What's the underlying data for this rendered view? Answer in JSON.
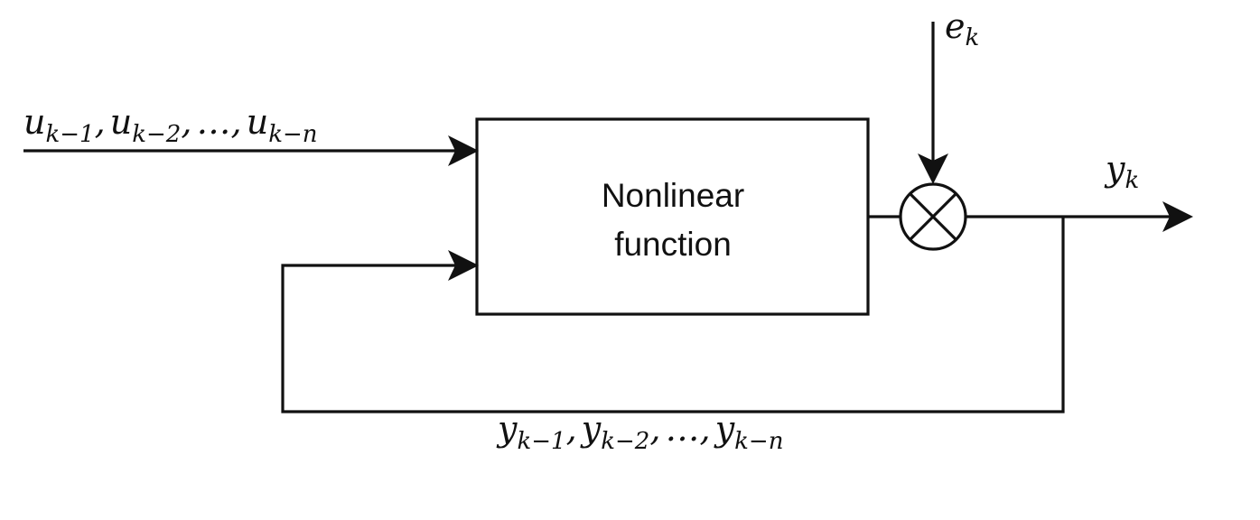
{
  "block": {
    "line1": "Nonlinear",
    "line2": "function"
  },
  "inputs_label": {
    "terms": [
      {
        "base": "u",
        "sub": "k−1"
      },
      {
        "base": "u",
        "sub": "k−2"
      },
      {
        "base": "u",
        "sub": "k−n"
      }
    ],
    "separator": ",",
    "ellipsis": "…"
  },
  "noise_label": {
    "base": "e",
    "sub": "k"
  },
  "output_label": {
    "base": "y",
    "sub": "k"
  },
  "feedback_label": {
    "terms": [
      {
        "base": "y",
        "sub": "k−1"
      },
      {
        "base": "y",
        "sub": "k−2"
      },
      {
        "base": "y",
        "sub": "k−n"
      }
    ],
    "separator": ",",
    "ellipsis": "…"
  },
  "summing_junction_icon": "circle-x-multiply",
  "colors": {
    "stroke": "#111111",
    "background": "#ffffff"
  }
}
